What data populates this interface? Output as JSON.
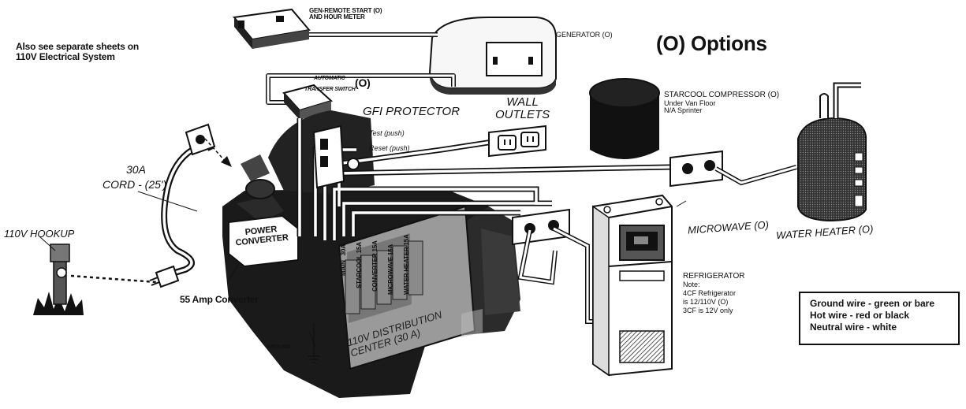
{
  "note": [
    "Also see separate sheets on",
    "110V Electrical System"
  ],
  "options_title": "(O) Options",
  "labels": {
    "gen_remote": [
      "GEN-REMOTE START (O)",
      "AND HOUR METER"
    ],
    "generator": "GENERATOR (O)",
    "automatic": "AUTOMATIC",
    "transfer_switch": "TRANSFER SWITCH",
    "transfer_option": "(O)",
    "gfi_protector": "GFI PROTECTOR",
    "gfi_test": "Test (push)",
    "gfi_reset": "Reset (push)",
    "wall_outlets": [
      "WALL",
      "OUTLETS"
    ],
    "starcool": [
      "STARCOOL COMPRESSOR (O)",
      "Under Van Floor",
      "N/A Sprinter"
    ],
    "cord_amps": "30A",
    "cord_length": "CORD - (25')",
    "hookup": "110V HOOKUP",
    "power_converter": [
      "POWER",
      "CONVERTER"
    ],
    "amp_converter": "55 Amp Converter",
    "ground": "GROUND",
    "microwave": "MICROWAVE (O)",
    "water_heater": "WATER HEATER (O)",
    "refrigerator": [
      "REFRIGERATOR",
      "Note:",
      "4CF Refrigerator",
      "is 12/110V (O)",
      "3CF is 12V only"
    ],
    "distribution": [
      "110V DISTRIBUTION",
      "CENTER (30 A)"
    ],
    "breakers": [
      "MAIN",
      "STARCOOL",
      "CONVERTER",
      "MICROWAVE",
      "WATER HEATER"
    ],
    "breaker_amps": [
      "30A",
      "15A",
      "15A",
      "15A",
      "15A"
    ]
  },
  "legend": [
    "Ground wire - green or bare",
    "Hot wire - red or black",
    "Neutral wire - white"
  ]
}
